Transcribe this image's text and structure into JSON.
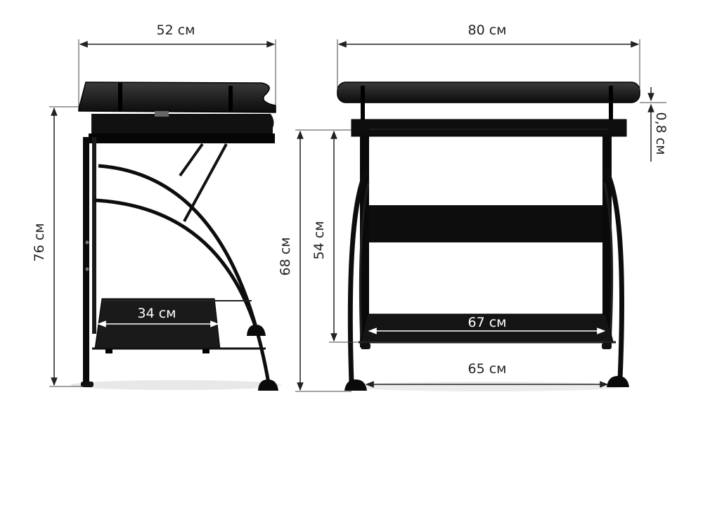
{
  "dimensions": {
    "side_depth": "52 см",
    "side_height": "76 см",
    "side_bottom_shelf": "34 см",
    "front_width": "80 см",
    "front_top_thickness": "0,8 см",
    "front_height_68": "68 см",
    "front_height_54": "54 см",
    "front_bottom_shelf": "67 см",
    "front_feet_span": "65 см"
  },
  "colors": {
    "furniture": "#111111",
    "dimension_line": "#222222",
    "background": "#ffffff"
  }
}
